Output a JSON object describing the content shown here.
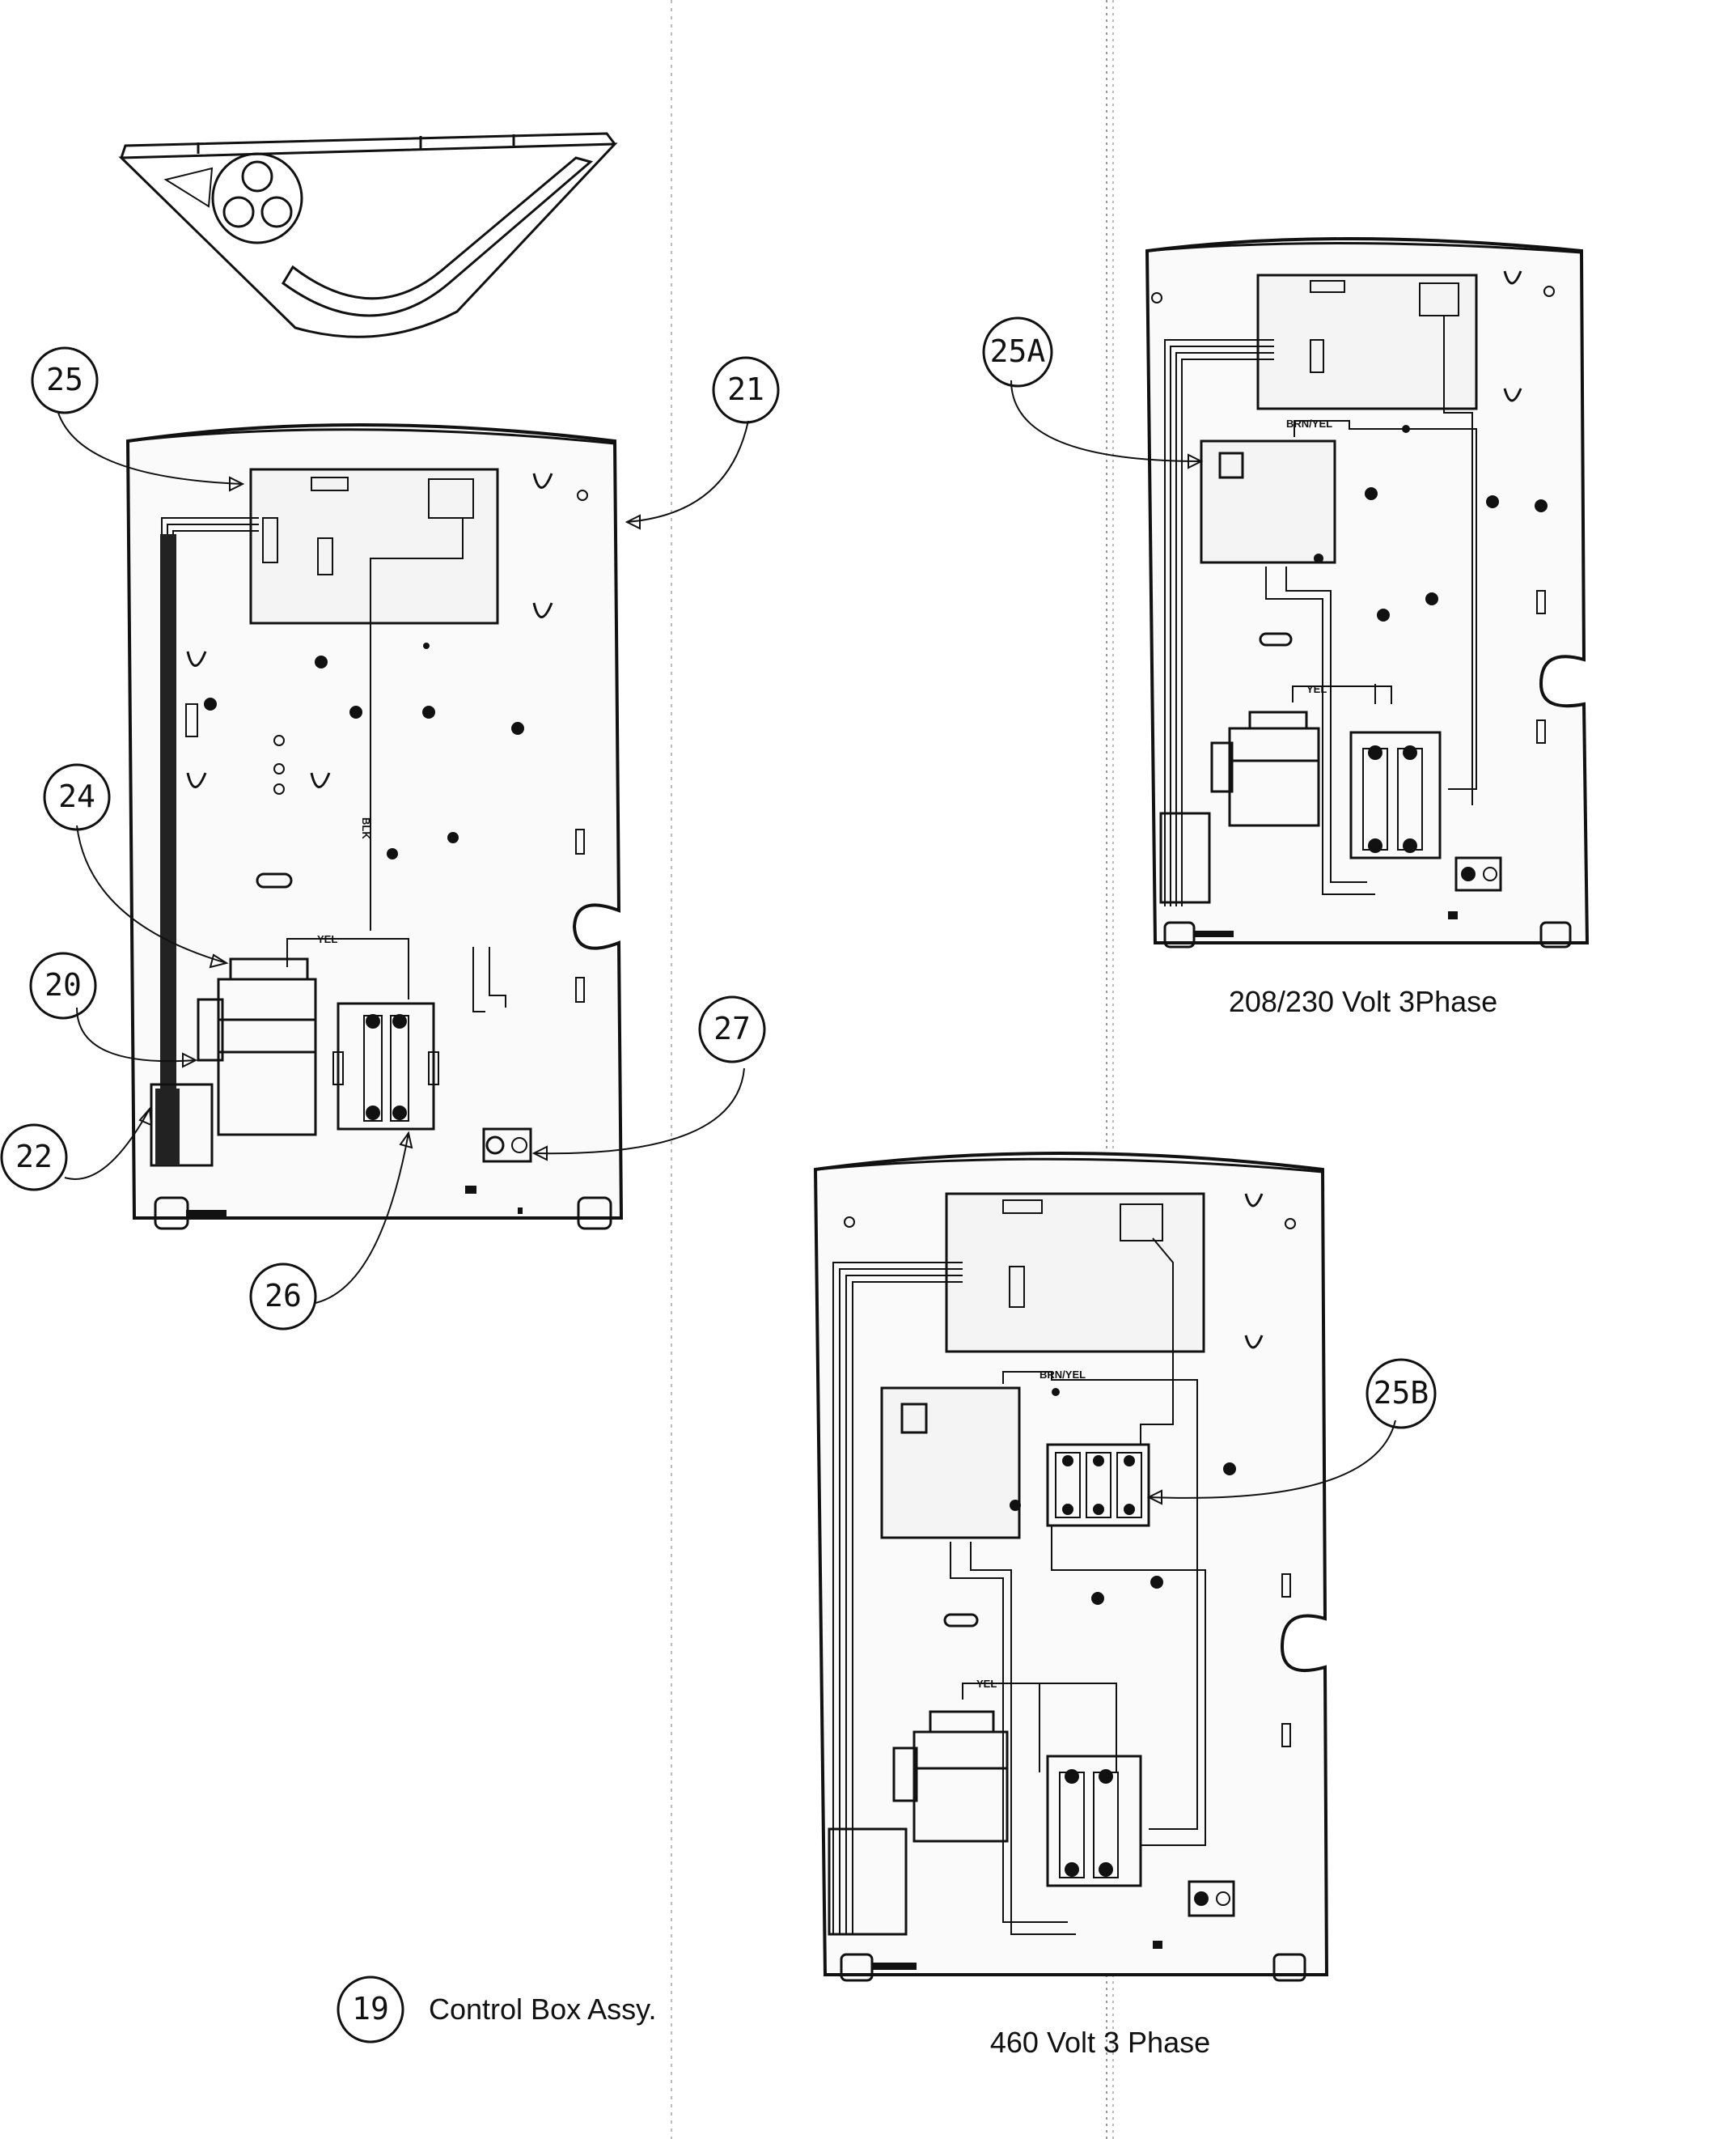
{
  "callouts": {
    "c19": "19",
    "c20": "20",
    "c21": "21",
    "c22": "22",
    "c24": "24",
    "c25": "25",
    "c25a": "25A",
    "c25b": "25B",
    "c26": "26",
    "c27": "27"
  },
  "wire_labels": {
    "blk": "BLK",
    "yel": "YEL",
    "brn_yel": "BRN/YEL"
  },
  "captions": {
    "assembly": "Control Box Assy.",
    "variant_208_230": "208/230 Volt 3Phase",
    "variant_460": "460 Volt 3 Phase"
  }
}
